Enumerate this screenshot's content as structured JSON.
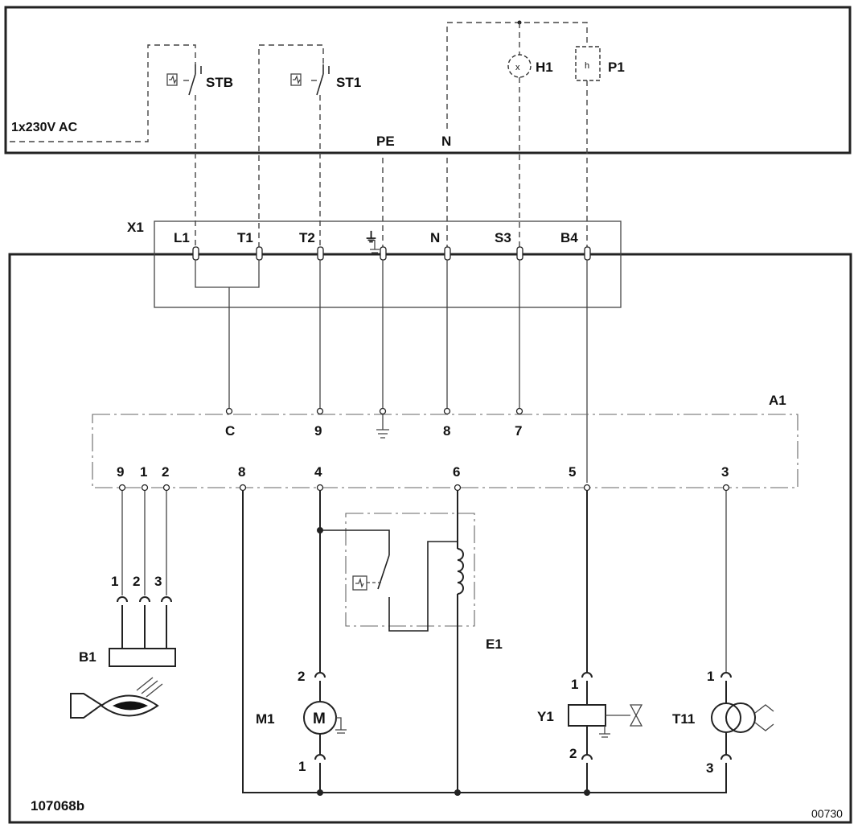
{
  "supply_box": {
    "supply_label": "1x230V AC",
    "stb_label": "STB",
    "st1_label": "ST1",
    "pe_label": "PE",
    "n_label": "N",
    "h1_label": "H1",
    "p1_label": "P1",
    "h1_symbol": "x",
    "p1_symbol": "h"
  },
  "connector_x1": {
    "name": "X1",
    "terminals": [
      "L1",
      "T1",
      "T2",
      "⏚",
      "N",
      "S3",
      "B4"
    ]
  },
  "control_unit_a1": {
    "name": "A1",
    "top_terminals": [
      "C",
      "9",
      "8",
      "7"
    ],
    "bottom_terminals": [
      "9",
      "1",
      "2",
      "8",
      "4",
      "6",
      "5",
      "3"
    ]
  },
  "components": {
    "b1": {
      "name": "B1",
      "pins": [
        "1",
        "2",
        "3"
      ]
    },
    "m1": {
      "name": "M1",
      "symbol": "M",
      "pin_top": "2",
      "pin_bottom": "1"
    },
    "e1": {
      "name": "E1"
    },
    "y1": {
      "name": "Y1",
      "pin_top": "1",
      "pin_bottom": "2"
    },
    "t11": {
      "name": "T11",
      "pin_top": "1",
      "pin_bottom": "3"
    }
  },
  "footer": {
    "drawing_number": "107068b",
    "sheet_code": "00730"
  },
  "colors": {
    "line": "#222222",
    "background": "#ffffff"
  }
}
